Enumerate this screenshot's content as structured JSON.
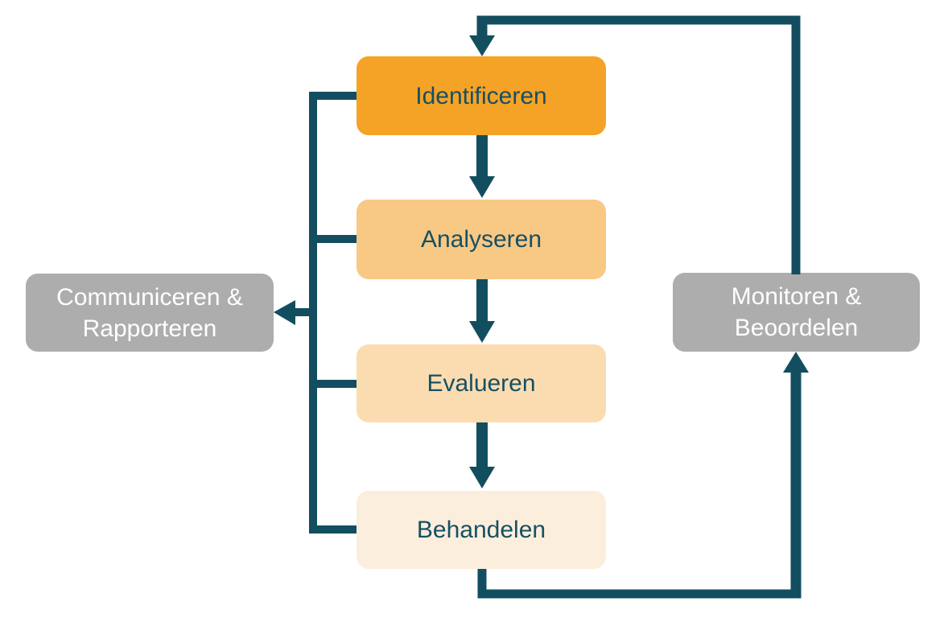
{
  "diagram": {
    "type": "flowchart",
    "language": "nl",
    "connector_color": "#124E5F",
    "nodes": {
      "identificeren": {
        "label": "Identificeren",
        "bg": "#F5A326",
        "text_color": "#175062"
      },
      "analyseren": {
        "label": "Analyseren",
        "bg": "#F8C885",
        "text_color": "#175062"
      },
      "evalueren": {
        "label": "Evalueren",
        "bg": "#FBDCB1",
        "text_color": "#175062"
      },
      "behandelen": {
        "label": "Behandelen",
        "bg": "#FCEEDD",
        "text_color": "#175062"
      },
      "communiceren": {
        "label_line1": "Communiceren &",
        "label_line2": "Rapporteren",
        "bg": "#ADADAD",
        "text_color": "#FFFFFF"
      },
      "monitoren": {
        "label_line1": "Monitoren &",
        "label_line2": "Beoordelen",
        "bg": "#ADADAD",
        "text_color": "#FFFFFF"
      }
    },
    "edges": [
      "Identificeren -> Analyseren",
      "Analyseren -> Evalueren",
      "Evalueren -> Behandelen",
      "Identificeren/Analyseren/Evalueren/Behandelen -> Communiceren & Rapporteren",
      "Behandelen -> Monitoren & Beoordelen",
      "Monitoren & Beoordelen -> Identificeren"
    ]
  }
}
